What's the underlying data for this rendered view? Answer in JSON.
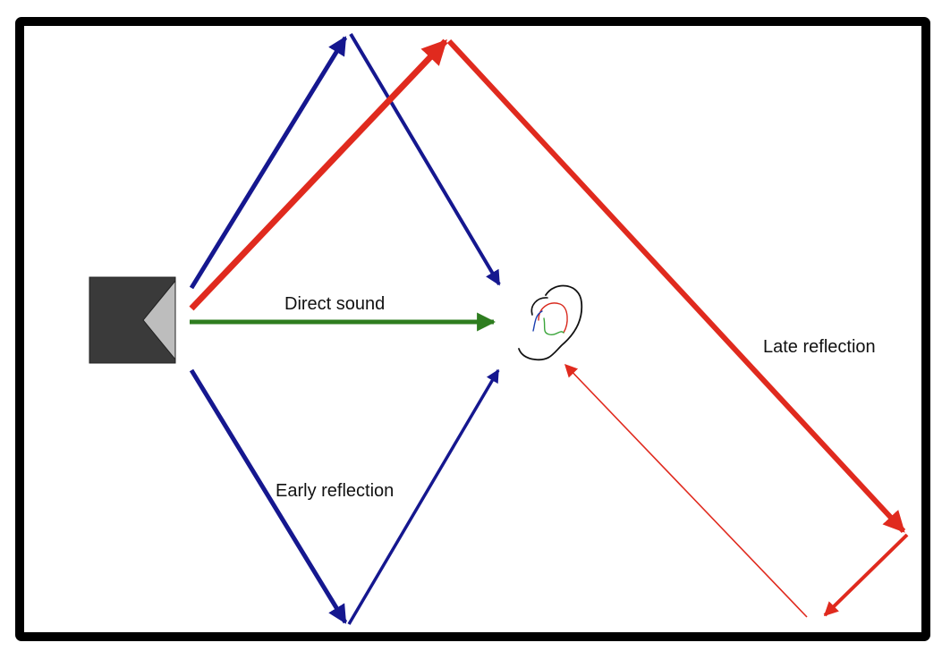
{
  "labels": {
    "direct": "Direct sound",
    "early": "Early reflection",
    "late": "Late reflection"
  },
  "colors": {
    "frame": "#000000",
    "direct": "#2e7d1f",
    "early": "#15178f",
    "late": "#e02a1e",
    "speaker_body": "#3a3a3a",
    "speaker_cone": "#bdbdbd",
    "ear_outline": "#111111",
    "ear_inner_red": "#d92b1f",
    "ear_inner_green": "#3aa53a",
    "ear_inner_blue": "#1a3fb0"
  },
  "icons": {
    "source": "loudspeaker-icon",
    "listener": "ear-icon"
  }
}
